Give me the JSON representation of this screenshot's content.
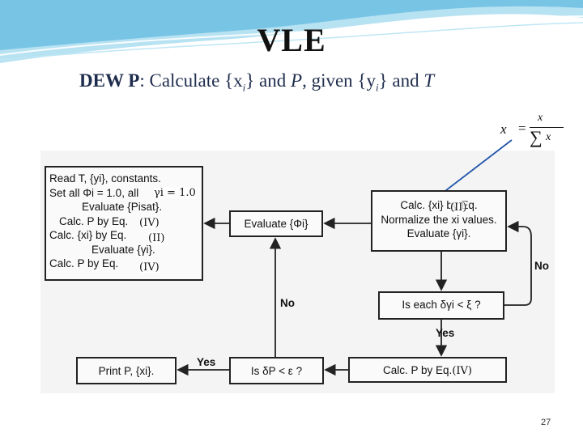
{
  "slide": {
    "title": "VLE",
    "subtitle": {
      "bold": "DEW P",
      "text_before_x": ": Calculate {x",
      "x_sub": "i",
      "text_before_p": "} and ",
      "p": "P",
      "text_before_y": ", given {y",
      "y_sub": "i",
      "text_before_t": "} and ",
      "t": "T"
    },
    "formula": {
      "lhs": "x",
      "eq": "=",
      "num": "x",
      "sum": "∑",
      "den": "x"
    },
    "page_number": "27"
  },
  "flow": {
    "start": [
      "Read T, {yi}, constants.",
      "Set all Φi = 1.0, all",
      "Evaluate {Pisat}.",
      "Calc. P by Eq.",
      "Calc. {xi} by Eq.",
      "Evaluate {γi}.",
      "Calc. P by Eq."
    ],
    "start_notes": [
      "γi = 1.0",
      "(IV)",
      "(II)",
      "(IV)"
    ],
    "evaluate_phi": "Evaluate {Φi}",
    "calc_x": [
      "Calc. {xi} by Eq.",
      "Normalize the xi values.",
      "Evaluate {γi}."
    ],
    "calc_x_note": "(II)",
    "decision": "Is each δγi < ξ ?",
    "calc_p": "Calc. P by Eq.",
    "calc_p_note": "(IV)",
    "test": "Is δP < ε ?",
    "print": "Print P, {xi}.",
    "labels": {
      "no_right": "No",
      "no_mid": "No",
      "yes_mid": "Yes",
      "yes_left": "Yes"
    }
  },
  "colors": {
    "pointer_line": "#2255aa",
    "wave": "#6fbfe0"
  }
}
